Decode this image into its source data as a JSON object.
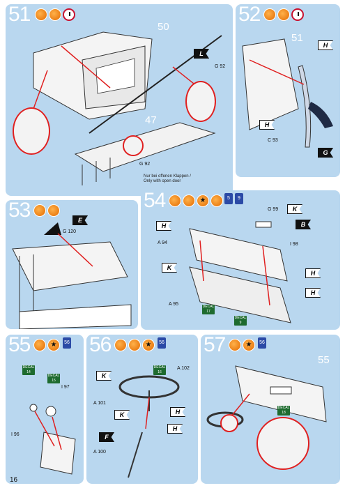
{
  "page_number": "16",
  "colors": {
    "panel": "#b9d7ef",
    "accent_red": "#e02020",
    "glue_orange": "#e26a00",
    "decal_green": "#1e6b2f",
    "paint_blue": "#2b4aa6"
  },
  "steps": [
    {
      "number": "51",
      "icons": [
        "glue-icon",
        "glue-icon",
        "clock-icon"
      ],
      "labels": {
        "p50": "50",
        "p47": "47",
        "g92a": "G 92",
        "g92b": "G 92"
      },
      "flags": [
        "L"
      ],
      "note": "Nur bei offenen Klappen / Only with open door"
    },
    {
      "number": "52",
      "icons": [
        "glue-icon",
        "glue-icon",
        "clock-icon"
      ],
      "labels": {
        "p51": "51",
        "c93": "C 93"
      },
      "flags": [
        "H",
        "H",
        "G"
      ]
    },
    {
      "number": "53",
      "icons": [
        "glue-icon",
        "glue-icon"
      ],
      "labels": {
        "g120": "G 120"
      },
      "flags": [
        "E"
      ]
    },
    {
      "number": "54",
      "icons": [
        "glue-icon",
        "glue-icon",
        "star-icon",
        "glue-icon"
      ],
      "paints": [
        "5",
        "9"
      ],
      "labels": {
        "g99": "G 99",
        "a94": "A 94",
        "i98": "I 98",
        "a95": "A 95"
      },
      "flags": [
        "K",
        "H",
        "B",
        "K",
        "H",
        "H"
      ],
      "decals": [
        "DECAL 17",
        "DECAL 9"
      ]
    },
    {
      "number": "55",
      "icons": [
        "glue-icon",
        "star-icon"
      ],
      "paints": [
        "56"
      ],
      "labels": {
        "i97": "I 97",
        "i96": "I 96"
      },
      "decals": [
        "DECAL 14",
        "DECAL 15"
      ]
    },
    {
      "number": "56",
      "icons": [
        "glue-icon",
        "glue-icon",
        "star-icon"
      ],
      "paints": [
        "56"
      ],
      "labels": {
        "a102": "A 102",
        "a101": "A 101",
        "a100": "A 100"
      },
      "flags": [
        "K",
        "K",
        "H",
        "F",
        "H"
      ],
      "decals": [
        "DECAL 16"
      ]
    },
    {
      "number": "57",
      "icons": [
        "glue-icon",
        "star-icon"
      ],
      "paints": [
        "56"
      ],
      "labels": {
        "p55": "55"
      },
      "decals": [
        "DECAL 18"
      ]
    }
  ]
}
